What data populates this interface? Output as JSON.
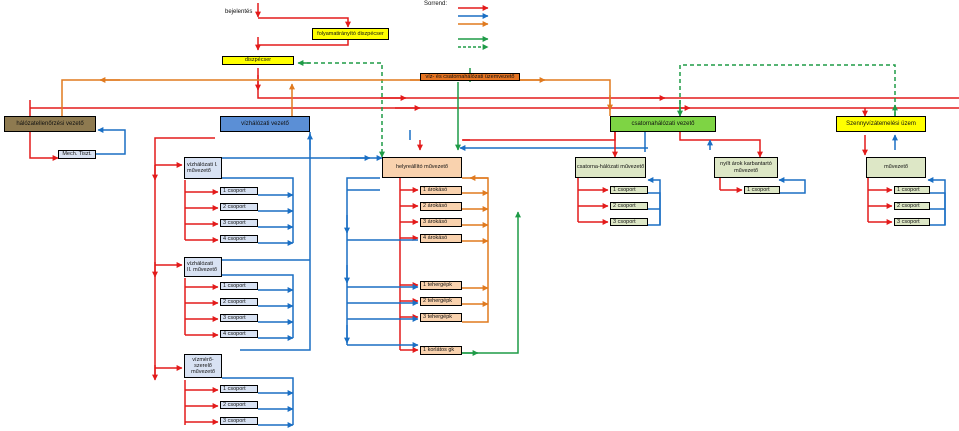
{
  "top": {
    "reporting_label": "bejelentés",
    "order_label": "Sorrend:"
  },
  "boxes": {
    "process_dispatcher": "folyamatirányító diszpécser",
    "dispatcher": "diszpécser",
    "plant_manager": "víz- és csatornahálózati üzemvezető",
    "network_base_manager": "hálózatellenőrzési vezető",
    "mech_tech": "Mech. Tiszt.",
    "water_network_manager": "vízhálózati vezető",
    "sewer_network_manager": "csatornahálózati vezető",
    "wastewater_plant": "Szennyvízátemelési üzem",
    "water_foreman_1": "vízhálózati I. művezető",
    "water_foreman_2": "vízhálózati II. művezető",
    "meter_foreman": "vízmérő-szerelő művezető",
    "restoration_manager": "helyreállító művezető",
    "sewer_foreman": "csatorna-hálózati művezető",
    "ditch_foreman": "nyílt árok karbantartó művezető",
    "pump_foreman": "művezető"
  },
  "groups": {
    "water1": [
      "1 csoport",
      "2 csoport",
      "3 csoport",
      "4 csoport"
    ],
    "water2": [
      "1 csoport",
      "2 csoport",
      "3 csoport",
      "4 csoport"
    ],
    "meter": [
      "1 csoport",
      "2 csoport",
      "3 csoport"
    ],
    "ditchers": [
      "1 árokásó",
      "2 árokásó",
      "3 árokásó",
      "4 árokásó"
    ],
    "trucks": [
      "1 tehergépk",
      "2 tehergépk",
      "3 tehergépk"
    ],
    "restricted": [
      "1 korlátos gk"
    ],
    "sewer": [
      "1 csoport",
      "2 csoport",
      "3 csoport"
    ],
    "ditch": [
      "1 csoport"
    ],
    "pump": [
      "1 csoport",
      "2 csoport",
      "3 csoport"
    ]
  },
  "colors": {
    "red": "#e31b1b",
    "blue": "#1a6fc4",
    "orange": "#e07a1f",
    "green": "#1e9b47",
    "yellow": "#ffff00",
    "brown": "#8e7a50",
    "sky": "#5b8fd6",
    "lime": "#7ed444",
    "lightblue": "#d8e2f3",
    "peach": "#f9d2ae",
    "sage": "#dde7c6",
    "orange_dark": "#e57321"
  }
}
